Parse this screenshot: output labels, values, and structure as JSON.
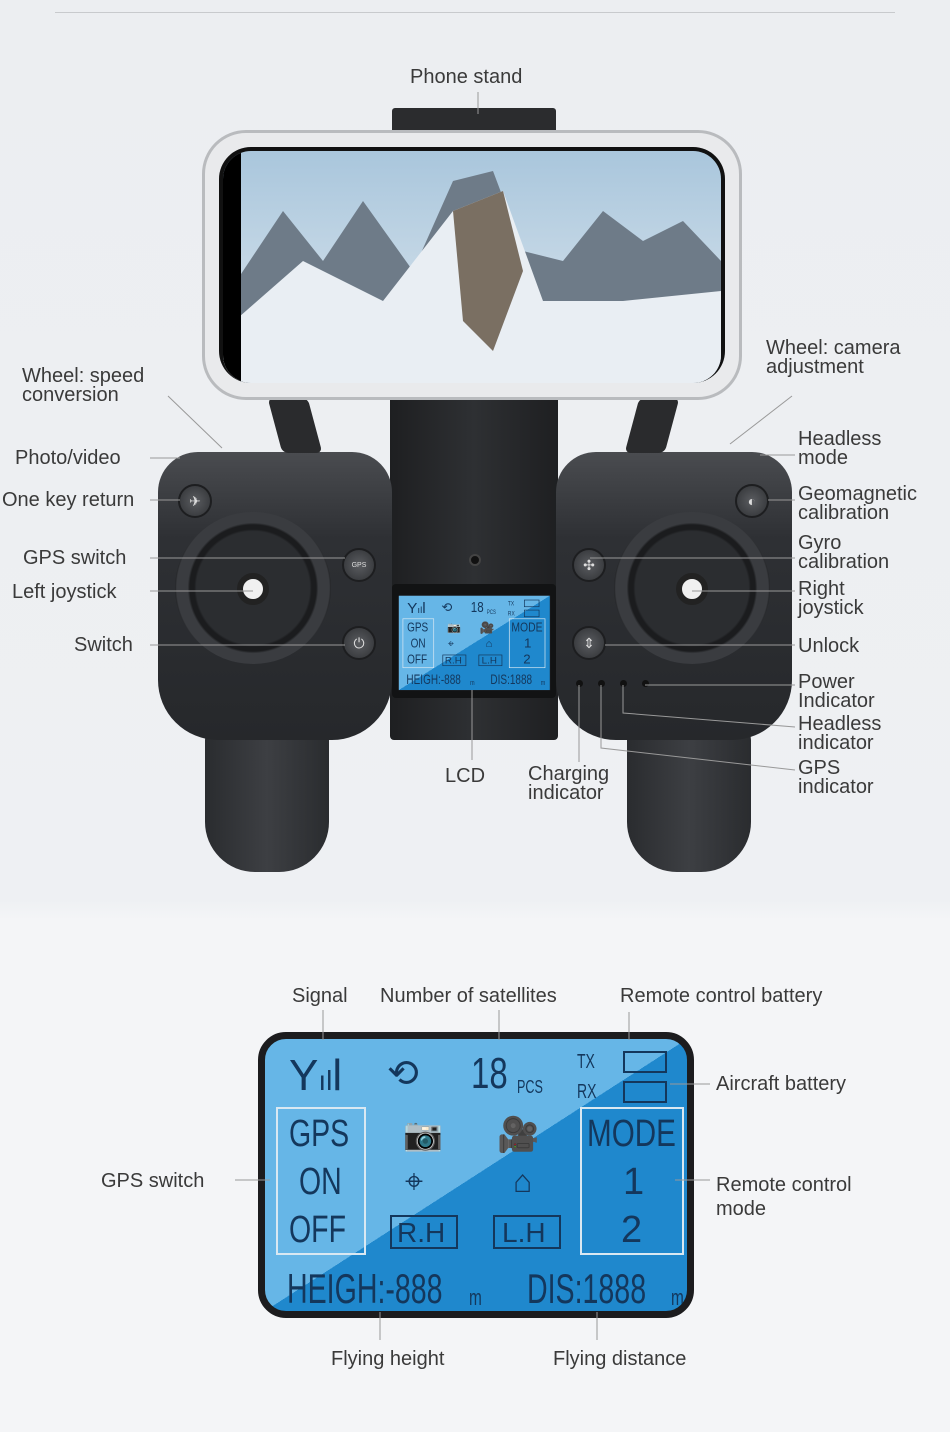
{
  "top_labels": {
    "phone_stand": "Phone stand",
    "wheel_speed": [
      "Wheel: speed",
      "conversion"
    ],
    "photo_video": "Photo/video",
    "one_key_return": "One key return",
    "gps_switch": "GPS switch",
    "left_joystick": "Left joystick",
    "switch": "Switch",
    "wheel_camera": [
      "Wheel: camera",
      "adjustment"
    ],
    "headless_mode": [
      "Headless",
      "mode"
    ],
    "geomagnetic": [
      "Geomagnetic",
      "calibration"
    ],
    "gyro": [
      "Gyro",
      "calibration"
    ],
    "right_joystick": [
      "Right",
      "joystick"
    ],
    "unlock": "Unlock",
    "power_indicator": [
      "Power",
      "Indicator"
    ],
    "headless_indicator": [
      "Headless",
      "indicator"
    ],
    "gps_indicator": [
      "GPS",
      "indicator"
    ],
    "lcd": "LCD",
    "charging_indicator": [
      "Charging",
      "indicator"
    ]
  },
  "buttons": {
    "gps": "GPS"
  },
  "lcd": {
    "tx": "TX",
    "rx": "RX",
    "sat_count": "18",
    "pcs": "PCS",
    "gps": "GPS",
    "on": "ON",
    "off": "OFF",
    "mode": "MODE",
    "mode1": "1",
    "mode2": "2",
    "rh": "R.H",
    "lh": "L.H",
    "height": "HEIGH:-888",
    "dis": "DIS:1888",
    "unit": "m"
  },
  "lcd_labels": {
    "signal": "Signal",
    "satellites": "Number of satellites",
    "rc_battery": "Remote control battery",
    "aircraft_battery": "Aircraft battery",
    "gps_switch": "GPS switch",
    "rc_mode": [
      "Remote control",
      "mode"
    ],
    "flying_height": "Flying height",
    "flying_distance": "Flying distance"
  }
}
